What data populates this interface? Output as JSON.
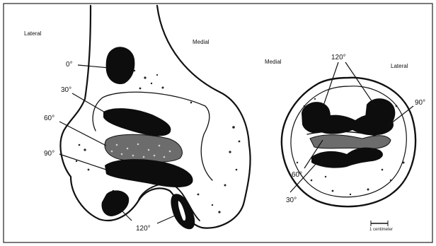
{
  "labels": {
    "femur_lateral": "Lateral",
    "femur_medial": "Medial",
    "patella_medial": "Medial",
    "patella_lateral": "Lateral"
  },
  "femur_angles": [
    "0°",
    "30°",
    "60°",
    "90°",
    "120°"
  ],
  "patella_angles": [
    "120°",
    "90°",
    "60°",
    "30°"
  ],
  "scale_bar_label": "1 centimeter"
}
